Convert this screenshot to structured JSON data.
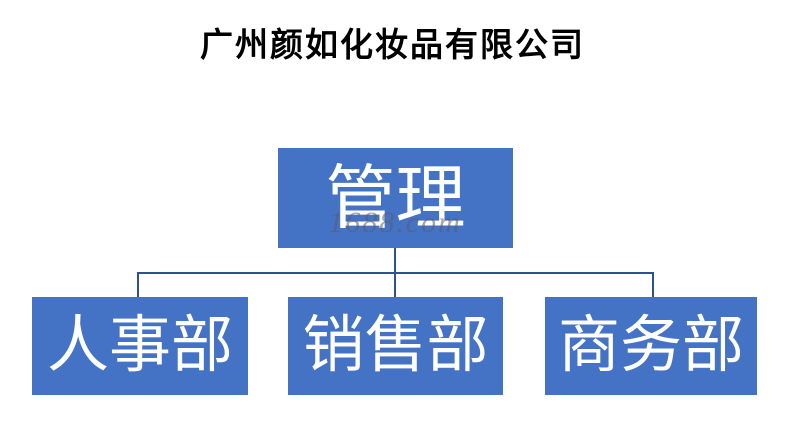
{
  "title": "广州颜如化妆品有限公司",
  "watermark": "1688.com",
  "org_chart": {
    "type": "org-tree",
    "root": {
      "label": "管理"
    },
    "children": [
      {
        "label": "人事部"
      },
      {
        "label": "销售部"
      },
      {
        "label": "商务部"
      }
    ]
  },
  "colors": {
    "node_fill": "#4472C4",
    "node_text": "#FFFFFF",
    "connector": "#2F528F",
    "title_text": "#000000",
    "watermark_text": "#5C5C66"
  }
}
